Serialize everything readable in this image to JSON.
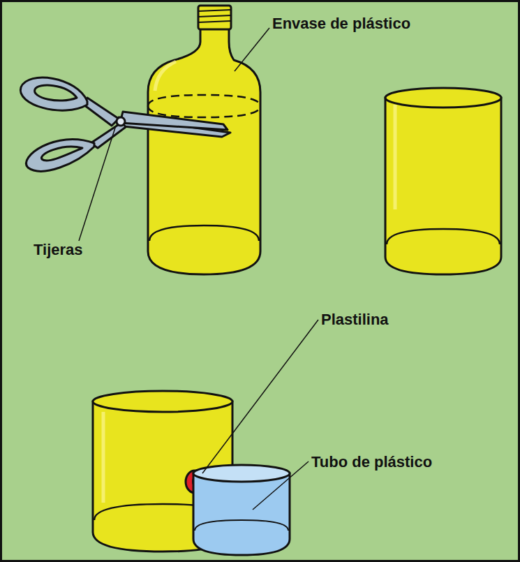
{
  "diagram": {
    "labels": [
      "Envase de plástico",
      "Tijeras",
      "Plastilina",
      "Tubo de plástico"
    ]
  }
}
